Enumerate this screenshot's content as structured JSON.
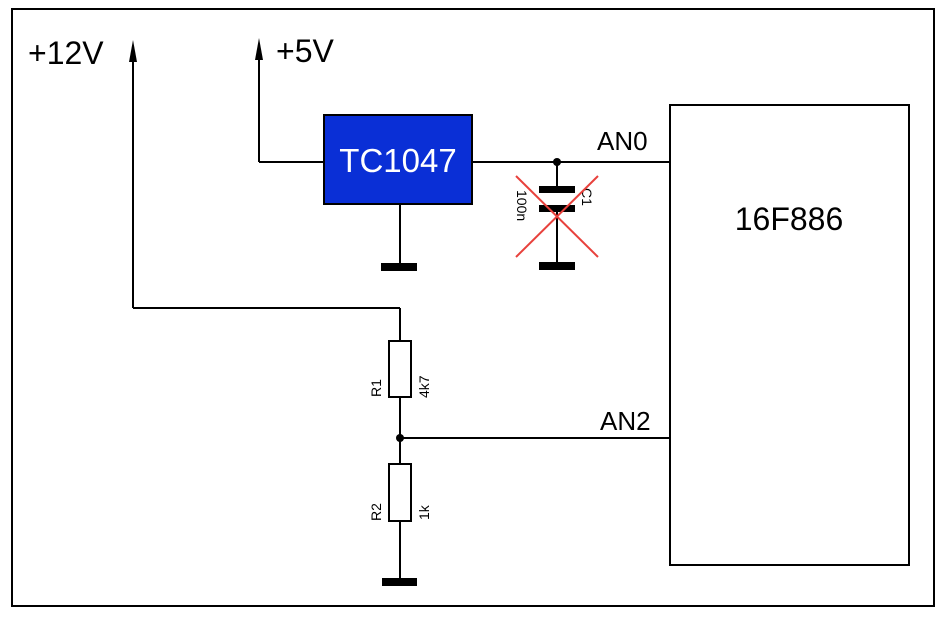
{
  "rails": {
    "v12": "+12V",
    "v5": "+5V"
  },
  "components": {
    "sensor": {
      "name": "TC1047",
      "fill": "#0a2fd6"
    },
    "mcu": {
      "name": "16F886"
    },
    "cap": {
      "ref": "C1",
      "value": "100n",
      "strike_color": "#e8413c"
    },
    "r1": {
      "ref": "R1",
      "value": "4k7"
    },
    "r2": {
      "ref": "R2",
      "value": "1k"
    }
  },
  "pins": {
    "an0": "AN0",
    "an2": "AN2"
  }
}
